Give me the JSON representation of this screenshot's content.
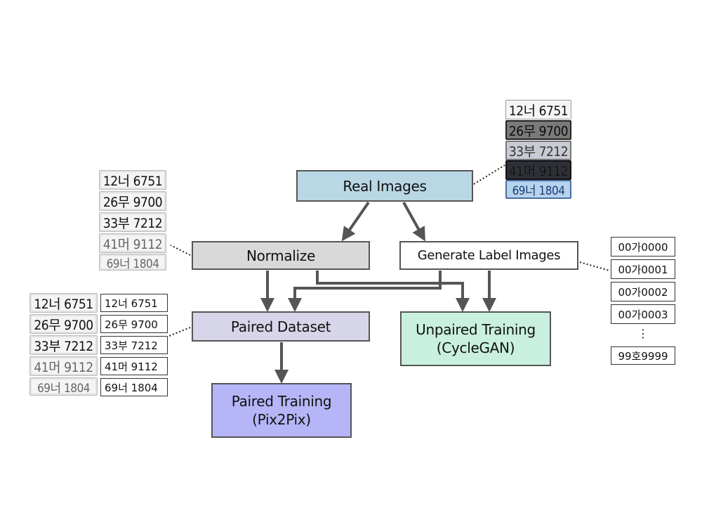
{
  "nodes": {
    "real_images": "Real Images",
    "normalize": "Normalize",
    "generate_label_images": "Generate Label Images",
    "paired_dataset": "Paired Dataset",
    "unpaired_training": {
      "line1": "Unpaired Training",
      "line2": "(CycleGAN)"
    },
    "paired_training": {
      "line1": "Paired Training",
      "line2": "(Pix2Pix)"
    }
  },
  "real_plates": [
    "12너 6751",
    "26무 9700",
    "33부 7212",
    "41머 9112",
    "69너 1804"
  ],
  "normalized_plates": [
    "12너 6751",
    "26무 9700",
    "33부 7212",
    "41머 9112",
    "69너 1804"
  ],
  "paired_plates": [
    "12너 6751",
    "26무 9700",
    "33부 7212",
    "41머 9112",
    "69너 1804"
  ],
  "paired_labels": [
    "12너 6751",
    "26무 9700",
    "33부 7212",
    "41머 9112",
    "69너 1804"
  ],
  "generated_labels": [
    "00가0000",
    "00가0001",
    "00가0002",
    "00가0003",
    "⋮",
    "99호9999"
  ],
  "colors": {
    "real_images": "#b9d7e4",
    "normalize": "#d9d9d9",
    "paired_dataset": "#d7d5ea",
    "unpaired_training": "#c9f0de",
    "paired_training": "#b6b5f7",
    "arrow": "#555555"
  }
}
